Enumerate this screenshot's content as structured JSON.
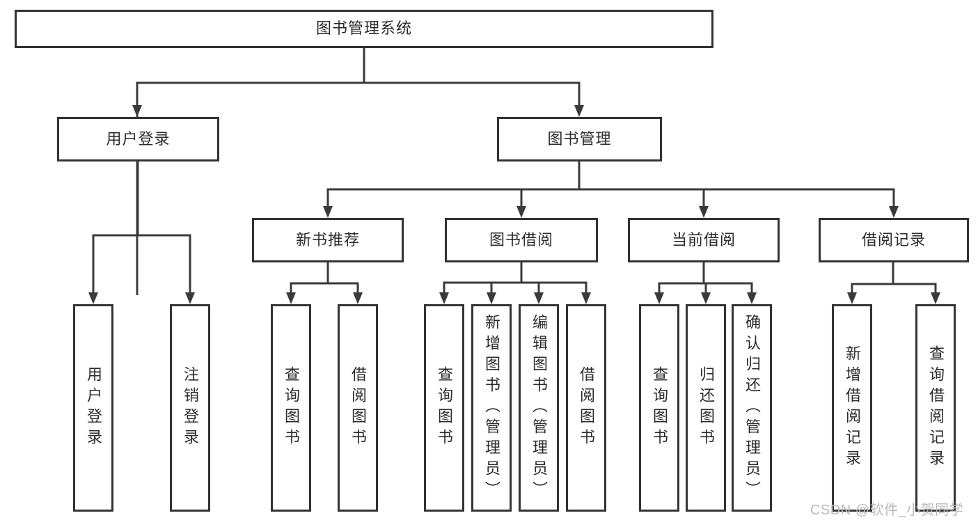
{
  "diagram": {
    "root": {
      "label": "图书管理系统"
    },
    "branches": [
      {
        "label": "用户登录",
        "children": [
          {
            "label": "用户登录"
          },
          {
            "label": "注销登录"
          }
        ]
      },
      {
        "label": "图书管理",
        "children": [
          {
            "label": "新书推荐",
            "children": [
              {
                "label": "查询图书"
              },
              {
                "label": "借阅图书"
              }
            ]
          },
          {
            "label": "图书借阅",
            "children": [
              {
                "label": "查询图书"
              },
              {
                "label": "新增图书（管理员）"
              },
              {
                "label": "编辑图书（管理员）"
              },
              {
                "label": "借阅图书"
              }
            ]
          },
          {
            "label": "当前借阅",
            "children": [
              {
                "label": "查询图书"
              },
              {
                "label": "归还图书"
              },
              {
                "label": "确认归还（管理员）"
              }
            ]
          },
          {
            "label": "借阅记录",
            "children": [
              {
                "label": "新增借阅记录"
              },
              {
                "label": "查询借阅记录"
              }
            ]
          }
        ]
      }
    ]
  },
  "watermark": {
    "text": "CSDN @软件_小贺同学"
  },
  "colors": {
    "line": "#3a3a3a",
    "box_border": "#333333",
    "text": "#2b2b2b",
    "background": "#ffffff",
    "watermark": "#b9b9b9"
  }
}
